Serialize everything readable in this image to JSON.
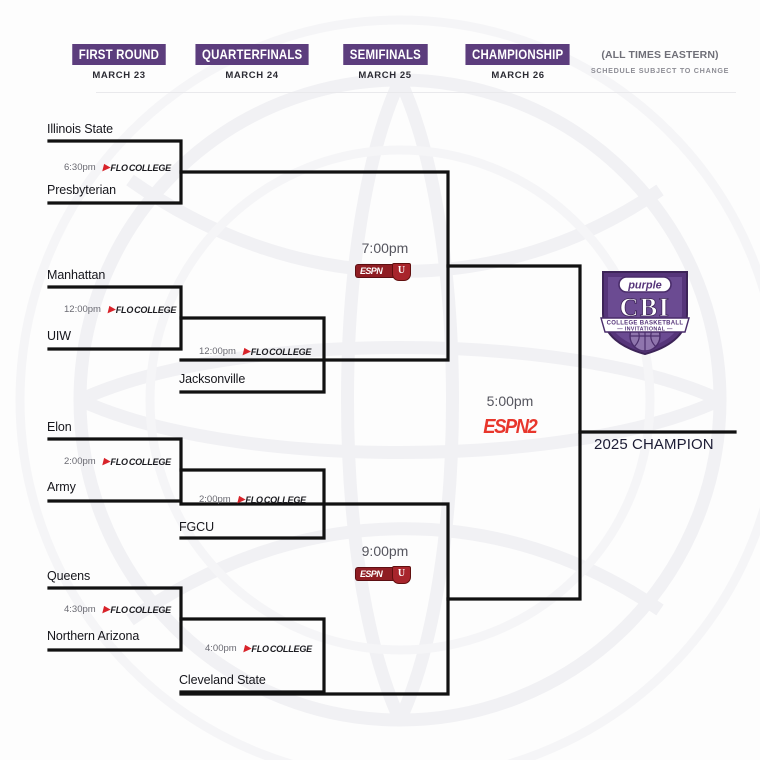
{
  "page": {
    "title": "2025 College Basketball Invitational Bracket",
    "accent_purple": "#5c3d7d",
    "line_color": "#111111",
    "espn_red": "#e8362c",
    "espnu_maroon": "#8f1d23",
    "flo_red": "#d8232a"
  },
  "header": {
    "rounds": [
      {
        "label": "FIRST ROUND",
        "date": "MARCH 23"
      },
      {
        "label": "QUARTERFINALS",
        "date": "MARCH 24"
      },
      {
        "label": "SEMIFINALS",
        "date": "MARCH 25"
      },
      {
        "label": "CHAMPIONSHIP",
        "date": "MARCH 26"
      }
    ],
    "note_main": "(ALL TIMES EASTERN)",
    "note_sub": "SCHEDULE SUBJECT TO CHANGE"
  },
  "first_round": [
    {
      "top_team": "Illinois State",
      "bottom_team": "Presbyterian",
      "time": "6:30pm",
      "network": "flocollege"
    },
    {
      "top_team": "Manhattan",
      "bottom_team": "UIW",
      "time": "12:00pm",
      "network": "flocollege"
    },
    {
      "top_team": "Elon",
      "bottom_team": "Army",
      "time": "2:00pm",
      "network": "flocollege"
    },
    {
      "top_team": "Queens",
      "bottom_team": "Northern Arizona",
      "time": "4:30pm",
      "network": "flocollege"
    }
  ],
  "quarterfinals": [
    {
      "team": "Jacksonville",
      "time": "12:00pm",
      "network": "flocollege"
    },
    {
      "team": "FGCU",
      "time": "2:00pm",
      "network": "flocollege"
    },
    {
      "team": "Cleveland State",
      "time": "4:00pm",
      "network": "flocollege"
    }
  ],
  "semifinals": [
    {
      "time": "7:00pm",
      "network": "ESPNU",
      "network_word": "ESPN",
      "network_letter": "U"
    },
    {
      "time": "9:00pm",
      "network": "ESPNU",
      "network_word": "ESPN",
      "network_letter": "U"
    }
  ],
  "final": {
    "time": "5:00pm",
    "network": "ESPN2",
    "network_text": "ESPN2",
    "champion_label": "2025 CHAMPION"
  },
  "flocollege": {
    "arrow": "▶",
    "part1": "FLO",
    "part2": "COLLEGE"
  },
  "cbi_logo": {
    "wordmark": "purple",
    "initials": "CBI",
    "banner_line1": "COLLEGE BASKETBALL",
    "banner_line2": "INVITATIONAL"
  }
}
